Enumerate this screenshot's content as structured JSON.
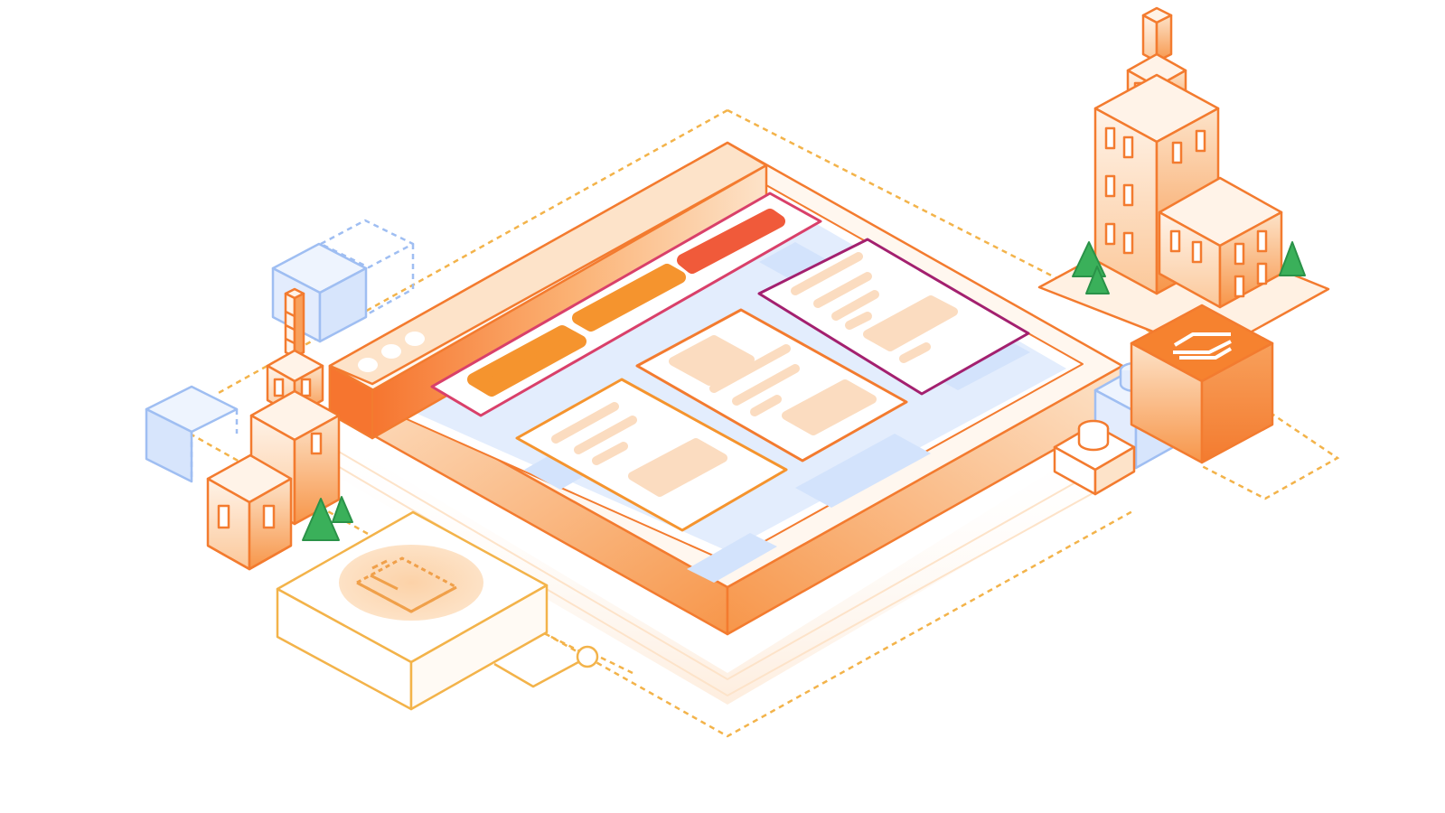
{
  "illustration": {
    "kind": "isometric web platform illustration",
    "elements": [
      "browser-window-platform",
      "building-tower-left",
      "building-tower-right",
      "trees",
      "code-cube",
      "storage-blocks",
      "deploy-panel",
      "ghost-cubes"
    ]
  },
  "colors": {
    "orange_primary": "#f5813a",
    "orange_light": "#fbd3ae",
    "orange_pale": "#fdebd9",
    "red_accent": "#f05a3a",
    "yellow_line": "#f3b34a",
    "magenta_outline": "#a3206f",
    "blue_outline": "#9fbef2",
    "blue_fill": "#dbe8fc",
    "green_tree": "#3ab05a",
    "white": "#ffffff"
  },
  "icons": {
    "browser_dots": "window-controls-icon",
    "code_cube": "code-brackets-icon",
    "panel_window": "dashed-window-icon"
  }
}
